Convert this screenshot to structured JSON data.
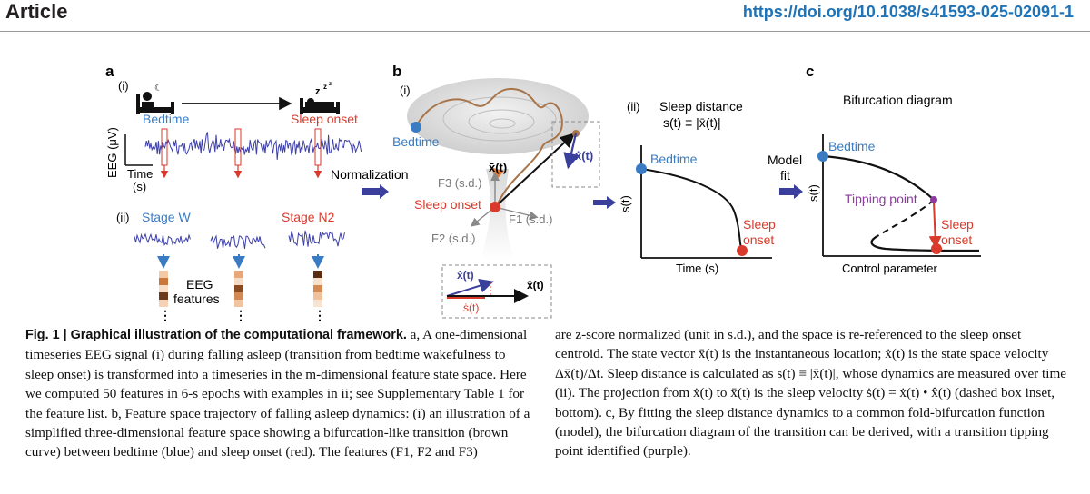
{
  "header": {
    "article": "Article",
    "doi": "https://doi.org/10.1038/s41593-025-02091-1"
  },
  "figure": {
    "panel_a": {
      "label": "a",
      "sub_i": "(i)",
      "sub_ii": "(ii)",
      "bedtime": "Bedtime",
      "sleep_onset": "Sleep onset",
      "zzz": "z",
      "eeg_axis": "EEG (μV)",
      "time_label": "Time",
      "time_unit": "(s)",
      "stage_w": "Stage W",
      "stage_n2": "Stage N2",
      "eeg_features_1": "EEG",
      "eeg_features_2": "features",
      "dots": "⋮"
    },
    "normalization": "Normalization",
    "panel_b": {
      "label": "b",
      "sub_i": "(i)",
      "sub_ii": "(ii)",
      "bedtime": "Bedtime",
      "sleep_onset": "Sleep onset",
      "f1": "F1 (s.d.)",
      "f2": "F2 (s.d.)",
      "f3": "F3 (s.d.)",
      "state_vec": "x̄(t)",
      "velocity": "ẋ(t)",
      "inset_velocity": "ẋ(t)",
      "inset_state": "x̄(t)",
      "inset_sdot": "ṡ(t)",
      "sleep_distance_title": "Sleep distance",
      "sleep_distance_eq": "s(t) ≡ |x̄(t)|",
      "y_axis": "s(t)",
      "x_axis": "Time (s)",
      "bedtime2": "Bedtime",
      "sleep2": "Sleep",
      "onset2": "onset"
    },
    "model_fit_1": "Model",
    "model_fit_2": "fit",
    "panel_c": {
      "label": "c",
      "title": "Bifurcation diagram",
      "bedtime": "Bedtime",
      "tipping_point": "Tipping point",
      "sleep": "Sleep",
      "onset": "onset",
      "y_axis": "s(t)",
      "x_axis": "Control parameter"
    },
    "colors": {
      "blue": "#3a7cc3",
      "red": "#d93a2b",
      "brown": "#b07a48",
      "purple": "#8b3a9e",
      "arrow_navy": "#3a3f9c"
    }
  },
  "caption": {
    "title": "Fig. 1 | Graphical illustration of the computational framework.",
    "left_text": " a, A one-dimensional timeseries EEG signal (i) during falling asleep (transition from bedtime wakefulness to sleep onset) is transformed into a timeseries in the m-dimensional feature state space. Here we computed 50 features in 6-s epochs with examples in ii; see Supplementary Table 1 for the feature list. b, Feature space trajectory of falling asleep dynamics: (i) an illustration of a simplified three-dimensional feature space showing a bifurcation-like transition (brown curve) between bedtime (blue) and sleep onset (red). The features (F1, F2 and F3)",
    "right_text": "are z-score normalized (unit in s.d.), and the space is re-referenced to the sleep onset centroid. The state vector x̄(t) is the instantaneous location; ẋ(t) is the state space velocity Δx̄(t)/Δt. Sleep distance is calculated as s(t) ≡ |x̄(t)|, whose dynamics are measured over time (ii). The projection from ẋ(t) to x̄(t) is the sleep velocity ṡ(t) = ẋ(t) • x̂(t) (dashed box inset, bottom). c, By fitting the sleep distance dynamics to a common fold-bifurcation function (model), the bifurcation diagram of the transition can be derived, with a transition tipping point identified (purple)."
  }
}
